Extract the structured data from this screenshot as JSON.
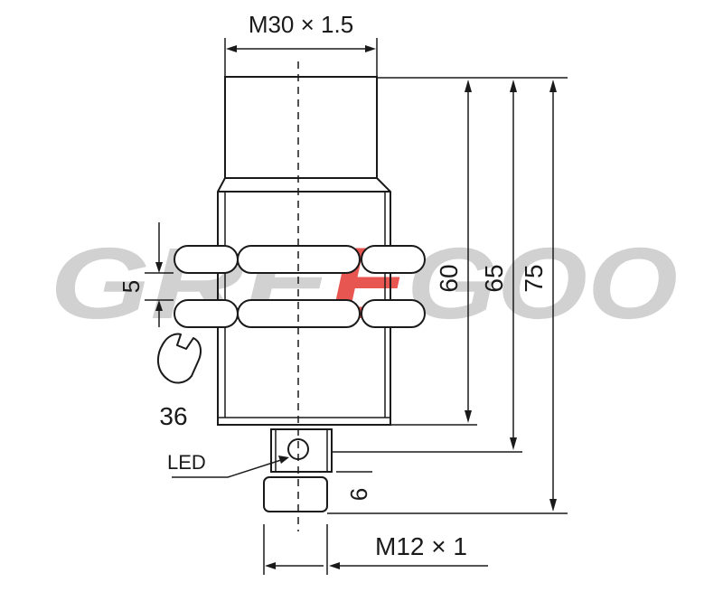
{
  "watermark": {
    "text_left": "GRE",
    "text_accent": "E",
    "text_right": "GOO",
    "color_gray": "#c9c9c9",
    "color_red": "#e53935"
  },
  "dimensions": {
    "top_thread": "M30 × 1.5",
    "bottom_thread": "M12 × 1",
    "len_60": "60",
    "len_65": "65",
    "len_75": "75",
    "nut_thickness": "5",
    "wrench_size": "36",
    "connector_len": "6"
  },
  "labels": {
    "led": "LED"
  },
  "colors": {
    "line": "#1a1a1a",
    "background": "#ffffff"
  },
  "icons": {
    "wrench": "wrench-icon"
  }
}
